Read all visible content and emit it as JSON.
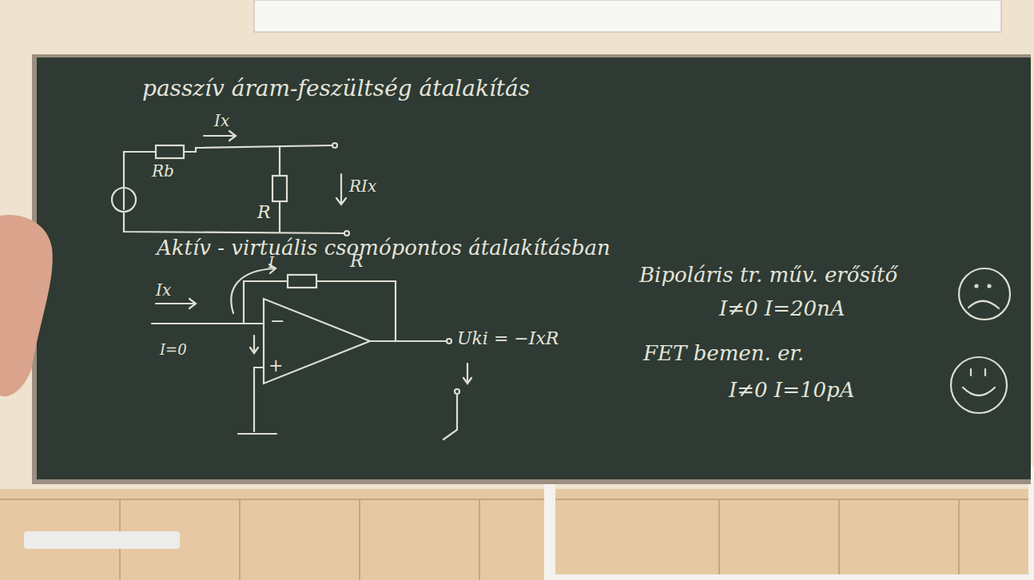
{
  "diagram": {
    "title": "passzív áram-feszültség átalakítás",
    "labels": [
      "Rb",
      "Ix",
      "R",
      "RIx",
      "Aktív - virtuális csomópontos átalakításban",
      "I",
      "R",
      "Ix",
      "−",
      "+",
      "I=0",
      "Uki = −IxR",
      "Bipoláris tr. műv. erősítő",
      "I≠0   I=20nA",
      "FET bemen. er.",
      "I≠0   I=10pA"
    ]
  }
}
